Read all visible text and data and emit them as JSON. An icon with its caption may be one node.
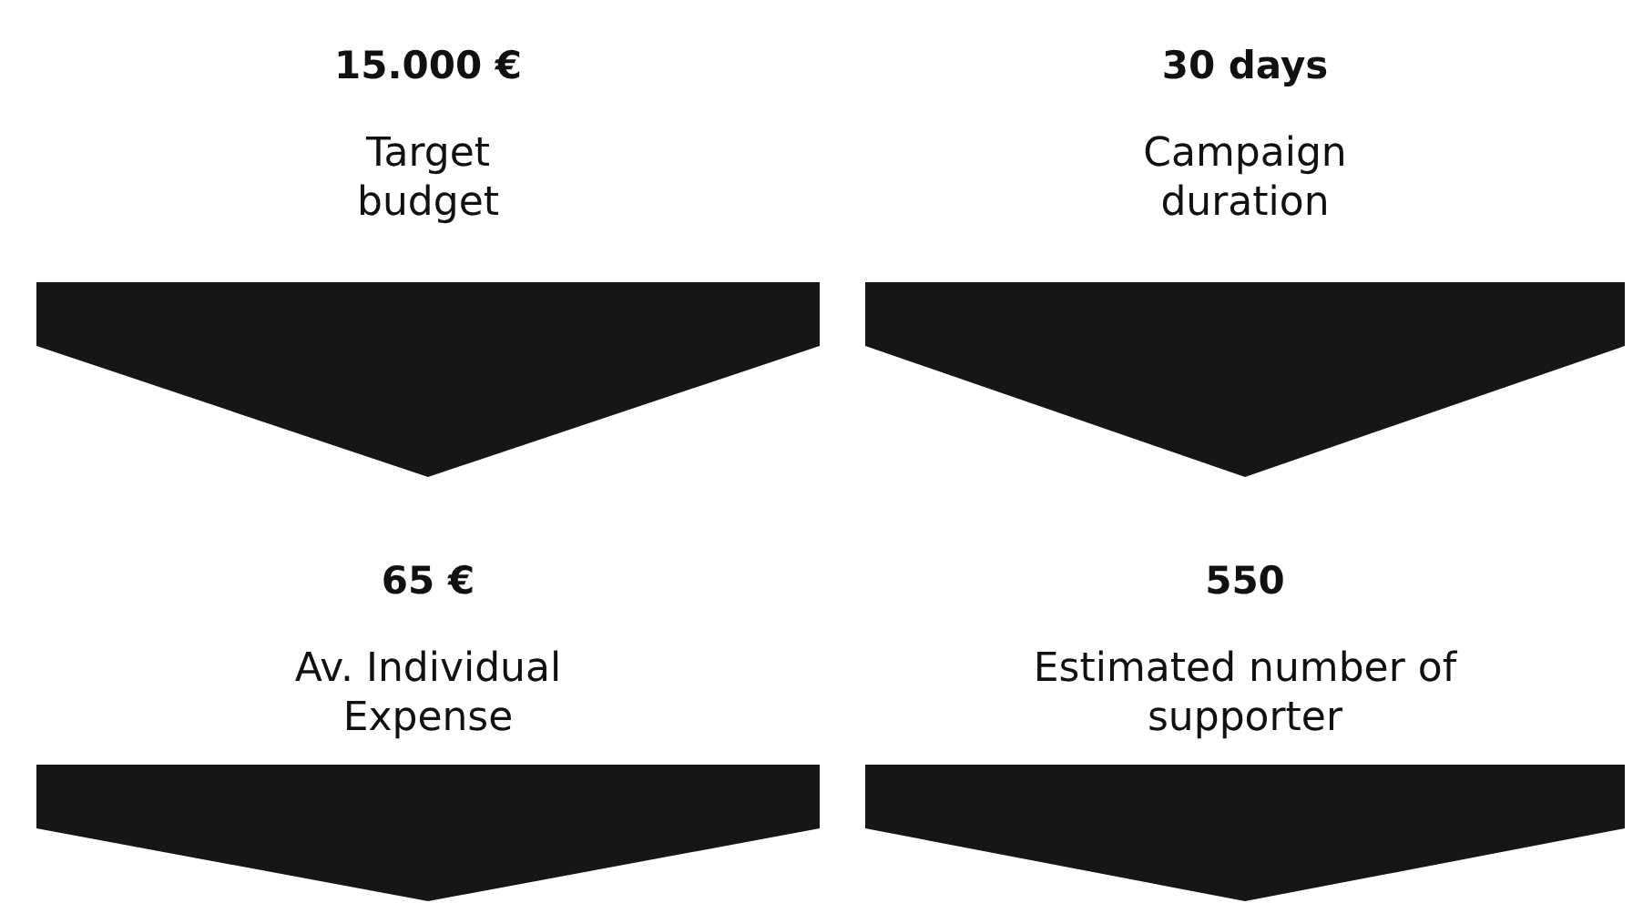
{
  "diagram": {
    "nodes": [
      {
        "text": [
          "15.000 €",
          "Target budget"
        ]
      },
      {
        "text": [
          "30 days",
          "Campaign duration"
        ]
      },
      {
        "text": [
          "65 €",
          "Av. Individual Expense"
        ]
      },
      {
        "text": [
          "550",
          "Estimated number of supporter"
        ]
      }
    ],
    "edges": [
      {
        "from": 0,
        "to": 2,
        "arrow": "to"
      },
      {
        "from": 1,
        "to": 3,
        "arrow": "to"
      },
      {
        "from": 2,
        "to": null,
        "arrow": "to"
      },
      {
        "from": 3,
        "to": null,
        "arrow": "to"
      }
    ]
  }
}
